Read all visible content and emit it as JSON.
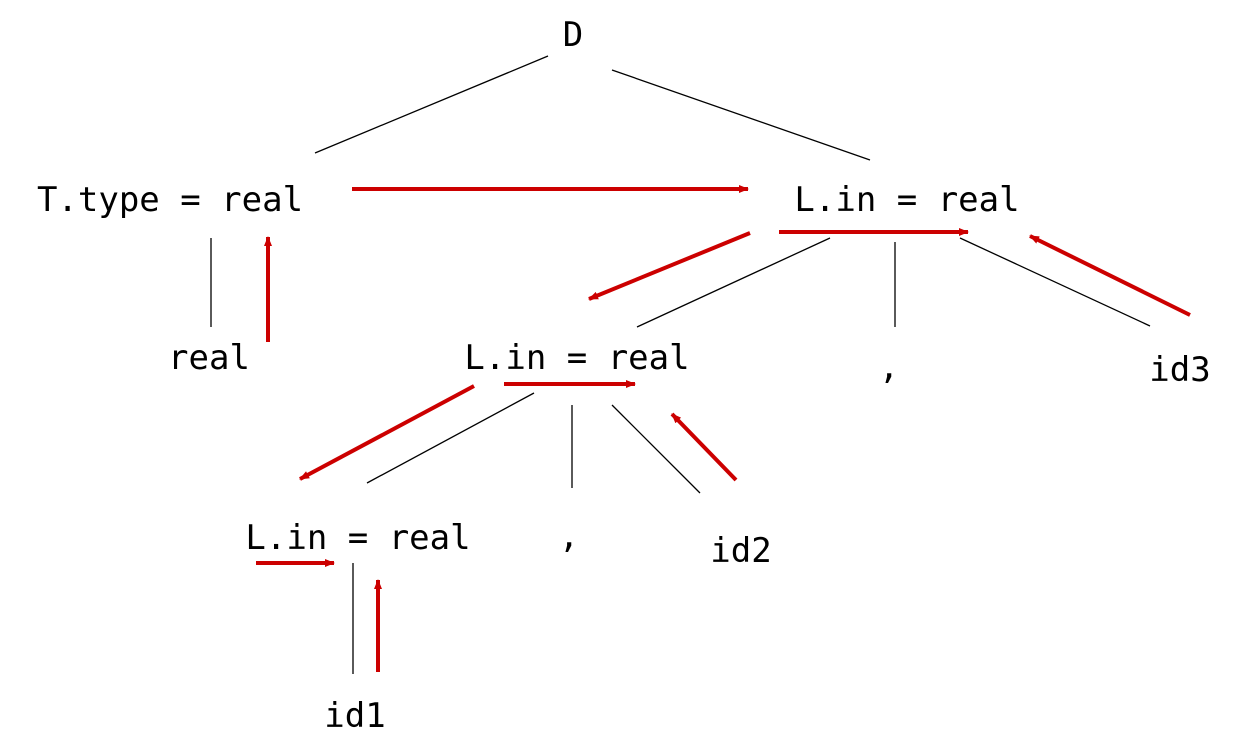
{
  "labels": {
    "root": "D",
    "t_type": "T.type = real",
    "l_in_top": "L.in = real",
    "real": "real",
    "l_in_mid": "L.in = real",
    "comma_top": ",",
    "id3": "id3",
    "l_in_bot": "L.in = real",
    "comma_mid": ",",
    "id2": "id2",
    "id1": "id1"
  },
  "colors": {
    "edge": "#000000",
    "arrow": "#cc0000",
    "text": "#000000"
  }
}
